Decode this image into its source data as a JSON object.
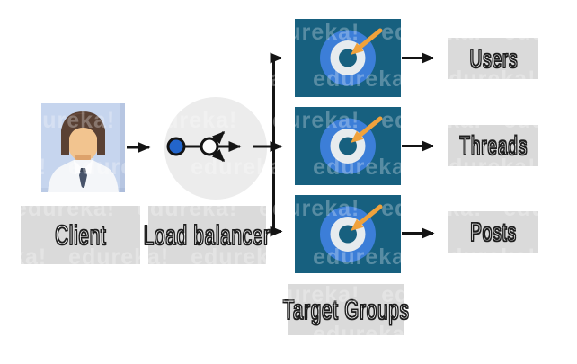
{
  "diagram": {
    "client": {
      "label": "Client"
    },
    "load_balancer": {
      "label": "Load balancer"
    },
    "target_groups_label": "Target Groups",
    "targets": [
      {
        "label": "Users"
      },
      {
        "label": "Threads"
      },
      {
        "label": "Posts"
      }
    ]
  },
  "watermark": {
    "text": "edureka!"
  },
  "colors": {
    "target_bg": "#17607f",
    "bullseye_outer": "#3c7ed8",
    "bullseye_ring": "#e6ebee",
    "bullseye_center": "#17607f",
    "target_arrow_orange": "#f0a23c",
    "lb_node_blue": "#2365cb",
    "lb_circle_gray": "#ececec",
    "label_box_gray": "#dadada",
    "client_photo_bg": "#c6d5ee",
    "connector_black": "#141414"
  }
}
